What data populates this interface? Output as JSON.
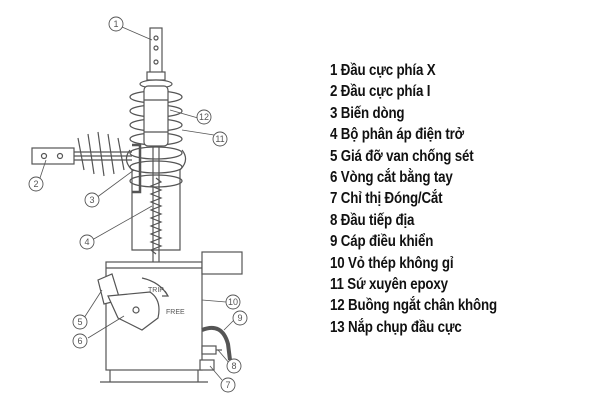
{
  "diagram": {
    "callouts": [
      "1",
      "2",
      "3",
      "4",
      "5",
      "6",
      "7",
      "8",
      "9",
      "10",
      "11",
      "12"
    ],
    "labels": {
      "trip": "TRIP",
      "free": "FREE"
    }
  },
  "legend": {
    "items": [
      "1 Đầu cực phía X",
      "2 Đầu cực phía I",
      "3 Biến dòng",
      "4 Bộ phân áp điện trở",
      "5 Giá đỡ van chống sét",
      "6 Vòng cắt bằng tay",
      "7 Chỉ thị Đóng/Cắt",
      "8 Đầu tiếp địa",
      "9 Cáp điều khiển",
      "10 Vỏ thép không gỉ",
      "11 Sứ xuyên epoxy",
      "12 Buồng ngắt chân không",
      "13 Nắp chụp đầu cực"
    ]
  }
}
